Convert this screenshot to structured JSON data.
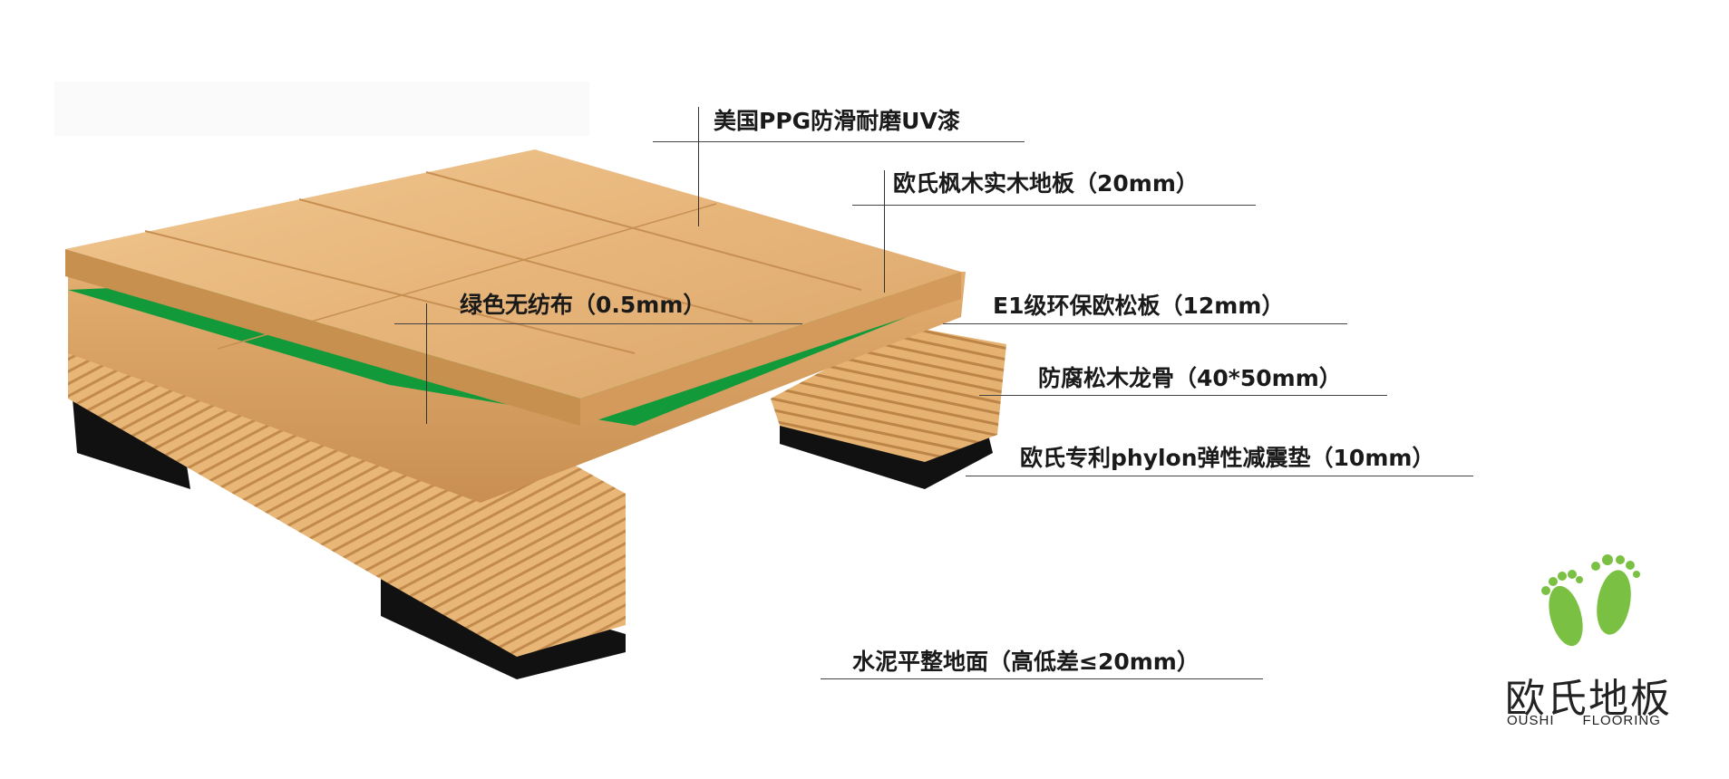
{
  "labels": {
    "coating": "美国PPG防滑耐磨UV漆",
    "maple_floor": "欧氏枫木实木地板（20mm）",
    "eco_board": "E1级环保欧松板（12mm）",
    "green_fabric": "绿色无纺布（0.5mm）",
    "joist": "防腐松木龙骨（40*50mm）",
    "pad": "欧氏专利phylon弹性减震垫（10mm）",
    "ground": "水泥平整地面（高低差≤20mm）"
  },
  "brand": {
    "name": "欧氏地板",
    "subtitle_left": "OUSHI",
    "subtitle_right": "FLOORING"
  },
  "colors": {
    "wood_top": "#e7b87a",
    "wood_side": "#d7a266",
    "green_fabric": "#129a3a",
    "pad": "#111111",
    "logo_green": "#7ac143"
  }
}
